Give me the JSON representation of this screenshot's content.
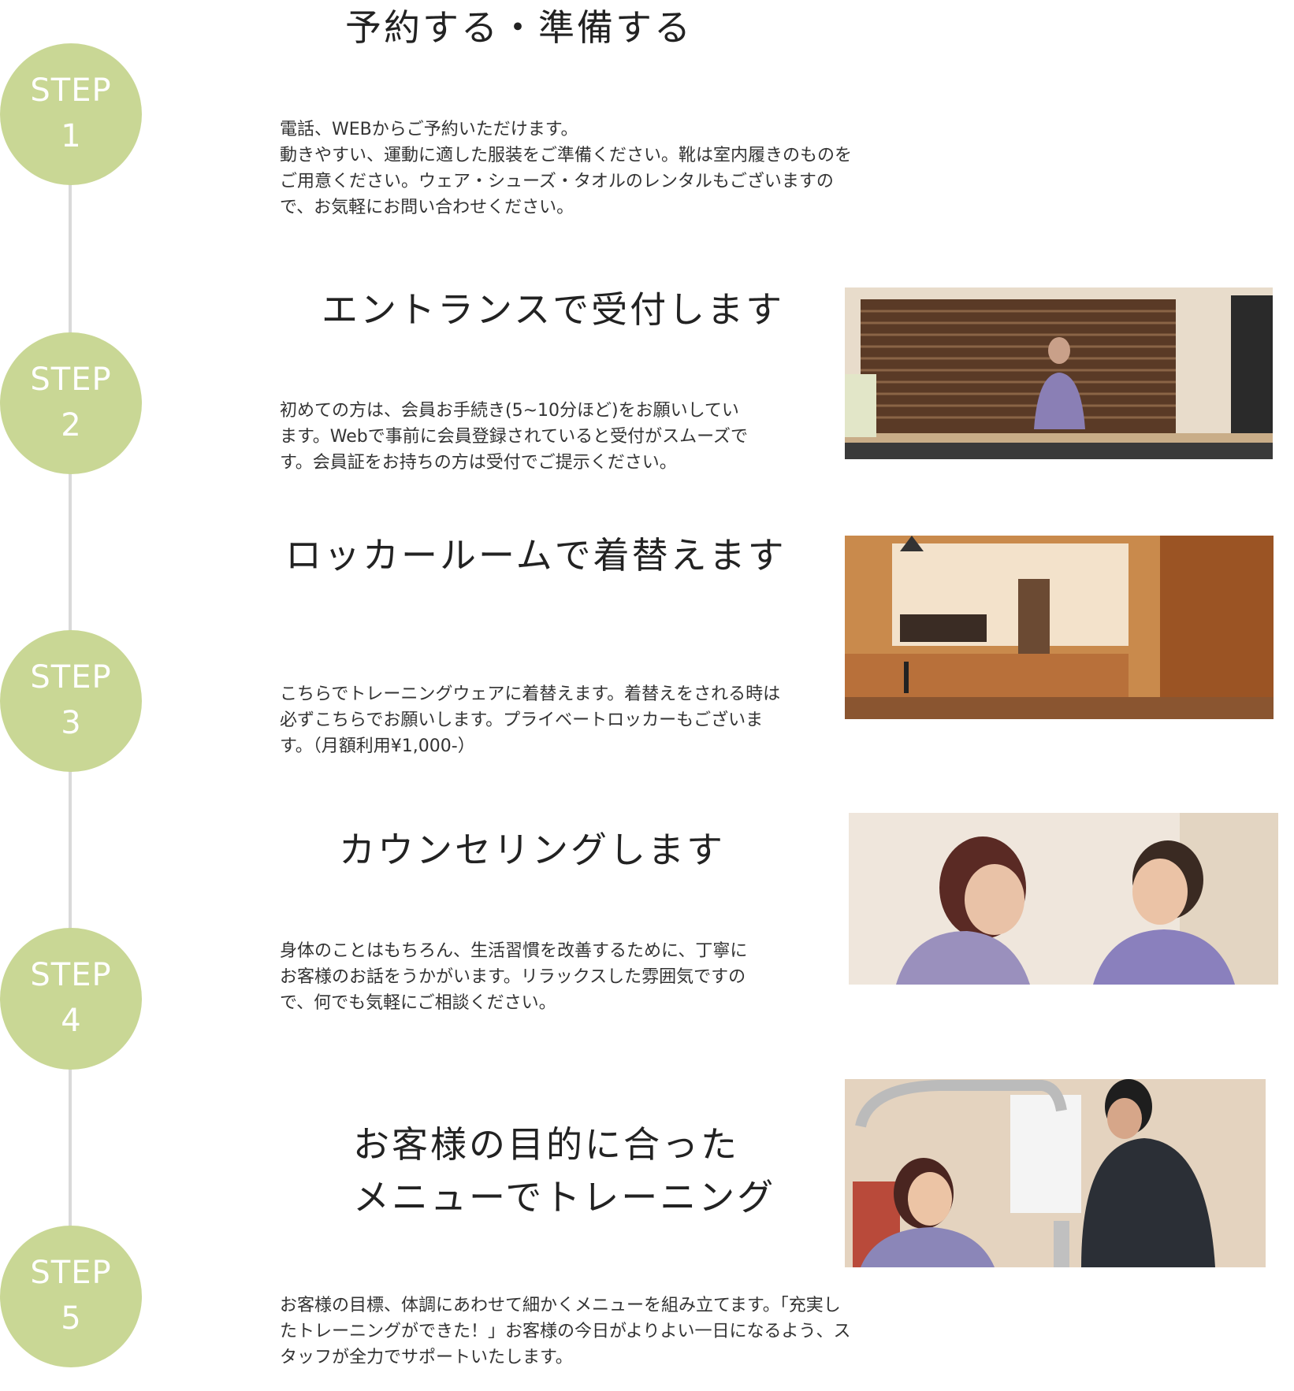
{
  "steps": [
    {
      "label": "STEP",
      "number": "1",
      "title": "予約する・準備する",
      "description": "電話、WEBからご予約いただけます。\n動きやすい、運動に適した服装をご準備ください。靴は室内履きのものを\nご用意ください。ウェア・シューズ・タオルのレンタルもございますの\nで、お気軽にお問い合わせください。",
      "image": null
    },
    {
      "label": "STEP",
      "number": "2",
      "title": "エントランスで受付します",
      "description": "初めての方は、会員お手続き(5~10分ほど)をお願いしてい\nます。Webで事前に会員登録されていると受付がスムーズで\nす。会員証をお持ちの方は受付でご提示ください。",
      "image": "reception-photo"
    },
    {
      "label": "STEP",
      "number": "3",
      "title": "ロッカールームで着替えます",
      "description": "こちらでトレーニングウェアに着替えます。着替えをされる時は\n必ずこちらでお願いします。プライベートロッカーもございま\nす。（月額利用¥1,000-）",
      "image": "locker-room-photo"
    },
    {
      "label": "STEP",
      "number": "4",
      "title": "カウンセリングします",
      "description": "身体のことはもちろん、生活習慣を改善するために、丁寧に\nお客様のお話をうかがいます。リラックスした雰囲気ですの\nで、何でも気軽にご相談ください。",
      "image": "counseling-photo"
    },
    {
      "label": "STEP",
      "number": "5",
      "title_line1": "お客様の目的に合った",
      "title_line2": "メニューでトレーニング",
      "description": "お客様の目標、体調にあわせて細かくメニューを組み立てます。「充実し\nたトレーニングができた！」お客様の今日がよりよい一日になるよう、ス\nタッフが全力でサポートいたします。",
      "image": "training-photo"
    }
  ],
  "colors": {
    "step_circle": "#c9d795",
    "step_text": "#ffffff",
    "timeline": "#d9d9d9",
    "title_text": "#222222",
    "body_text": "#333333"
  }
}
